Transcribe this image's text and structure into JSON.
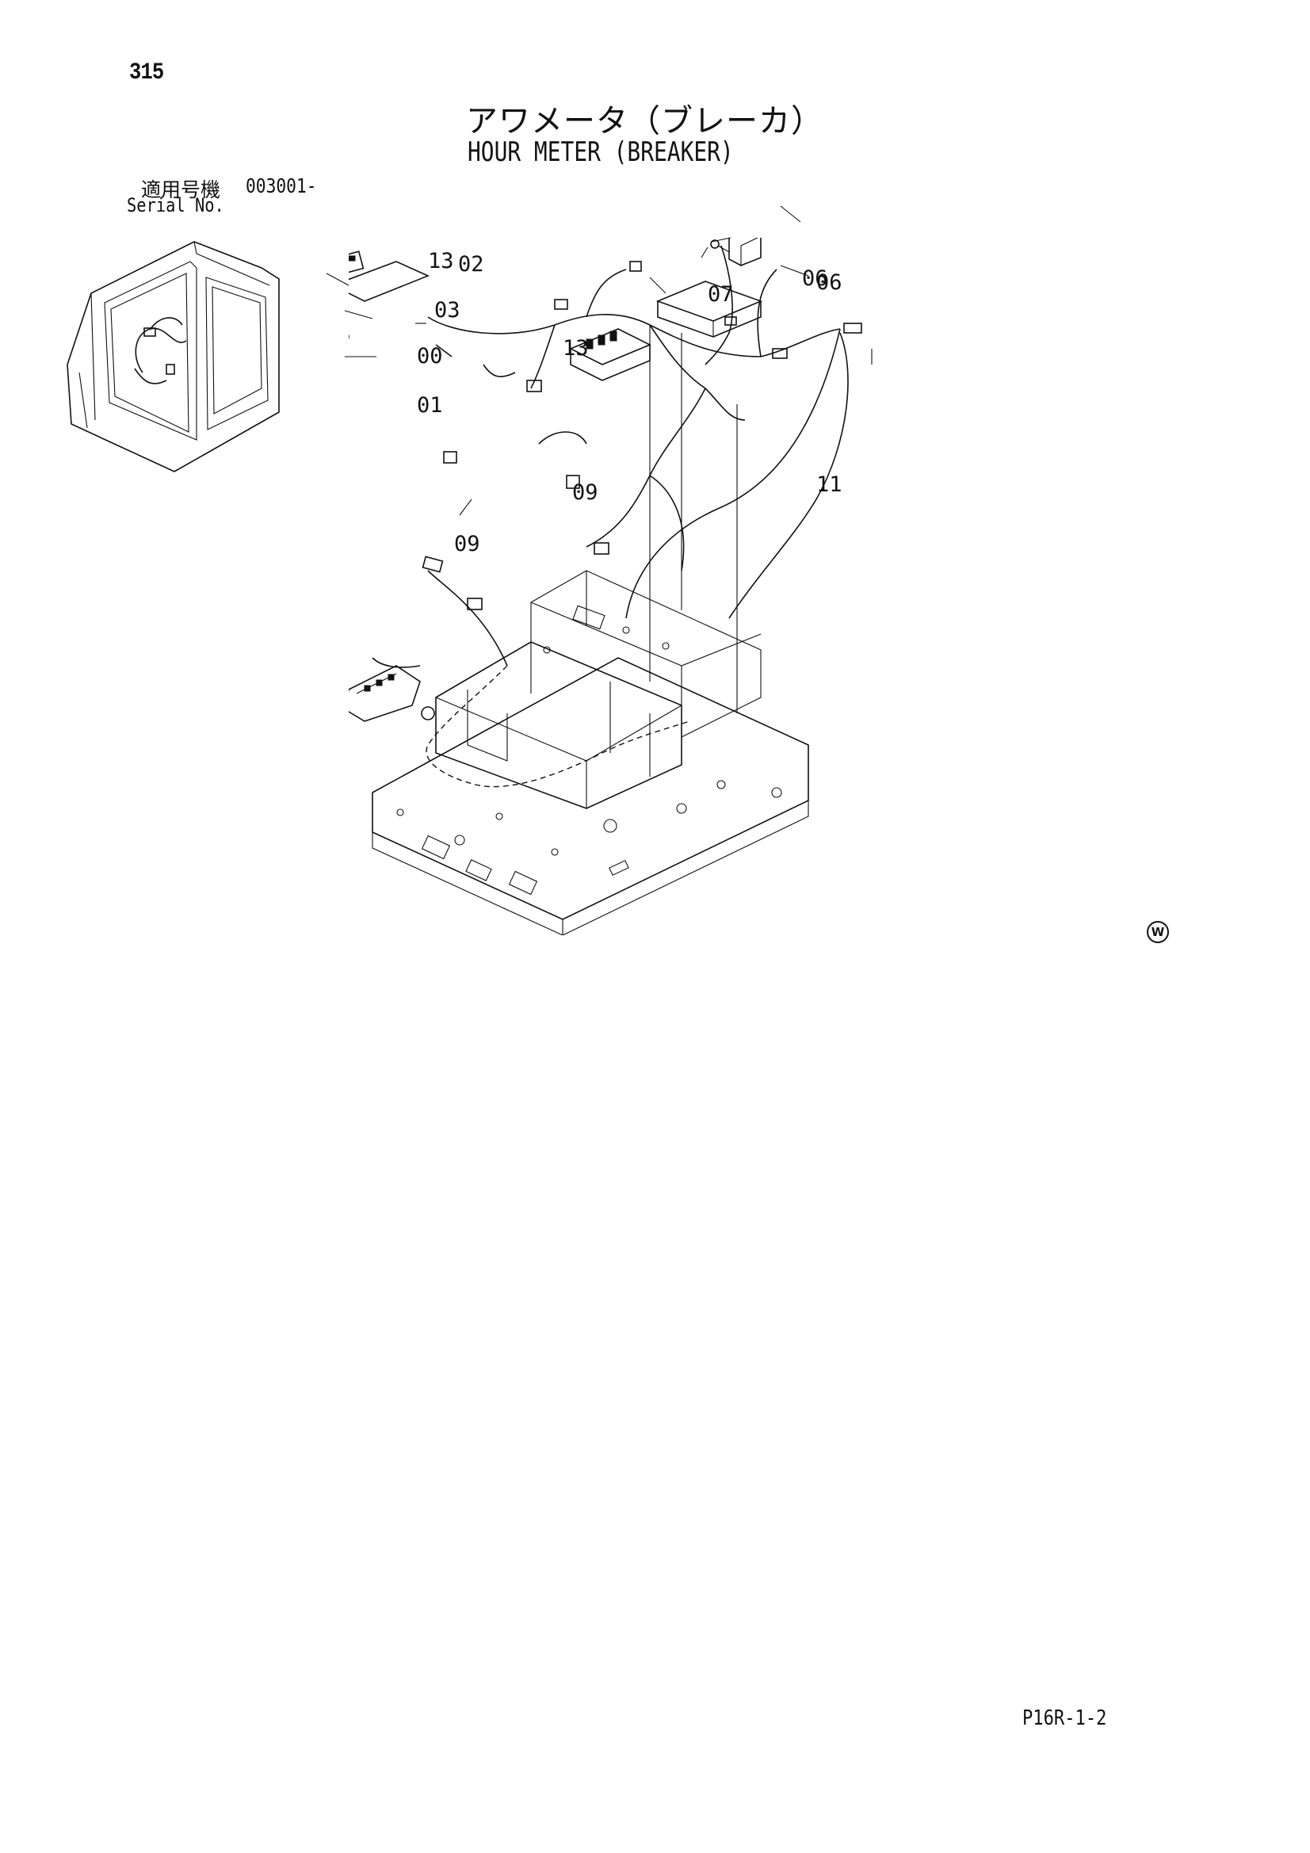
{
  "page_number": "315",
  "title_japanese": "アワメータ（ブレーカ）",
  "title_english": "HOUR METER (BREAKER)",
  "serial": {
    "label_japanese": "適用号機",
    "label_english": "Serial No.",
    "value": "003001-"
  },
  "callouts": {
    "c00": "00",
    "c01": "01",
    "c02": "02",
    "c03": "03",
    "c06": "06",
    "c07": "07",
    "c09": "09",
    "c11": "11",
    "c13": "13"
  },
  "watermark_symbol": "W",
  "footer_code": "P16R-1-2"
}
